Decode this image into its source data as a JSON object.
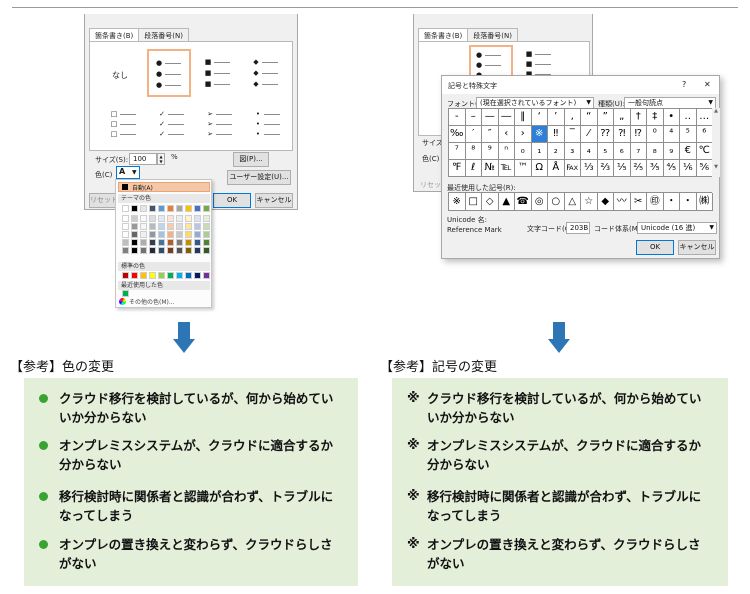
{
  "left_dialog": {
    "tabs": [
      "箇条書き(B)",
      "段落番号(N)"
    ],
    "none_label": "なし",
    "bullet_marks": [
      "●",
      "■",
      "◆",
      "□",
      "✓",
      "➢",
      "•"
    ],
    "size_label": "サイズ(S):",
    "size_value": "100",
    "size_unit": "%",
    "color_label": "色(C)",
    "picture_button": "図(P)...",
    "custom_button": "ユーザー設定(U)...",
    "reset_button": "リセット",
    "ok_button": "OK",
    "cancel_button": "キャンセル"
  },
  "color_popup": {
    "automatic_label": "自動(A)",
    "theme_colors_label": "テーマの色",
    "standard_colors_label": "標準の色",
    "recent_colors_label": "最近使用した色",
    "more_colors_label": "その他の色(M)...",
    "theme_top_row": [
      "#ffffff",
      "#000000",
      "#e7e6e6",
      "#44546a",
      "#5b9bd5",
      "#ed7d31",
      "#a5a5a5",
      "#ffc000",
      "#4472c4",
      "#70ad47"
    ],
    "standard_colors": [
      "#c00000",
      "#ff0000",
      "#ffc000",
      "#ffff00",
      "#92d050",
      "#00b050",
      "#00b0f0",
      "#0070c0",
      "#002060",
      "#7030a0"
    ],
    "recent_colors": [
      "#00b050"
    ]
  },
  "symbol_dialog": {
    "title": "記号と特殊文字",
    "help": "?",
    "close": "✕",
    "font_label": "フォント(F):",
    "font_value": "(現在選択されているフォント)",
    "kind_label": "種類(U):",
    "kind_value": "一般句読点",
    "rows": [
      [
        "‐",
        "–",
        "—",
        "―",
        "‖",
        "‘",
        "’",
        "‚",
        "“",
        "”",
        "„",
        "†",
        "‡",
        "•",
        "‥",
        "…"
      ],
      [
        "‰",
        "′",
        "″",
        "‹",
        "›",
        "※",
        "‼",
        "‾",
        "⁄",
        "⁇",
        "⁈",
        "⁉",
        "⁰",
        "⁴",
        "⁵",
        "⁶"
      ],
      [
        "⁷",
        "⁸",
        "⁹",
        "ⁿ",
        "₀",
        "₁",
        "₂",
        "₃",
        "₄",
        "₅",
        "₆",
        "₇",
        "₈",
        "₉",
        "€",
        "℃"
      ],
      [
        "℉",
        "ℓ",
        "№",
        "℡",
        "™",
        "Ω",
        "Å",
        "℻",
        "⅓",
        "⅔",
        "⅕",
        "⅖",
        "⅗",
        "⅘",
        "⅙",
        "⅚"
      ]
    ],
    "selected_symbol": "※",
    "recent_label": "最近使用した記号(R):",
    "recent_symbols": [
      "※",
      "□",
      "◇",
      "▲",
      "☎",
      "◎",
      "○",
      "△",
      "☆",
      "◆",
      "〰",
      "✂",
      "㊞",
      "・",
      "・",
      "㈱"
    ],
    "unicode_name_label": "Unicode 名:",
    "unicode_name_value": "Reference Mark",
    "char_code_label": "文字コード(C):",
    "char_code_value": "203B",
    "code_system_label": "コード体系(M):",
    "code_system_value": "Unicode (16 進)",
    "ok_button": "OK",
    "cancel_button": "キャンセル",
    "behind_size_label": "サイズ",
    "behind_color_label": "色(C)",
    "behind_reset_label": "リセット"
  },
  "left_panel": {
    "caption": "【参考】色の変更",
    "items": [
      "クラウド移行を検討しているが、何から始めていいか分からない",
      "オンプレミスシステムが、クラウドに適合するか分からない",
      "移行検討時に関係者と認識が合わず、トラブルになってしまう",
      "オンプレの置き換えと変わらず、クラウドらしさがない"
    ],
    "bullet_color": "#3aa232"
  },
  "right_panel": {
    "caption": "【参考】記号の変更",
    "mark": "※",
    "items": [
      "クラウド移行を検討しているが、何から始めていいか分からない",
      "オンプレミスシステムが、クラウドに適合するか分からない",
      "移行検討時に関係者と認識が合わず、トラブルになってしまう",
      "オンプレの置き換えと変わらず、クラウドらしさがない"
    ]
  },
  "colors": {
    "panel_bg": "#e4efda",
    "arrow": "#2e75b6",
    "selection": "#2f7ed8"
  }
}
